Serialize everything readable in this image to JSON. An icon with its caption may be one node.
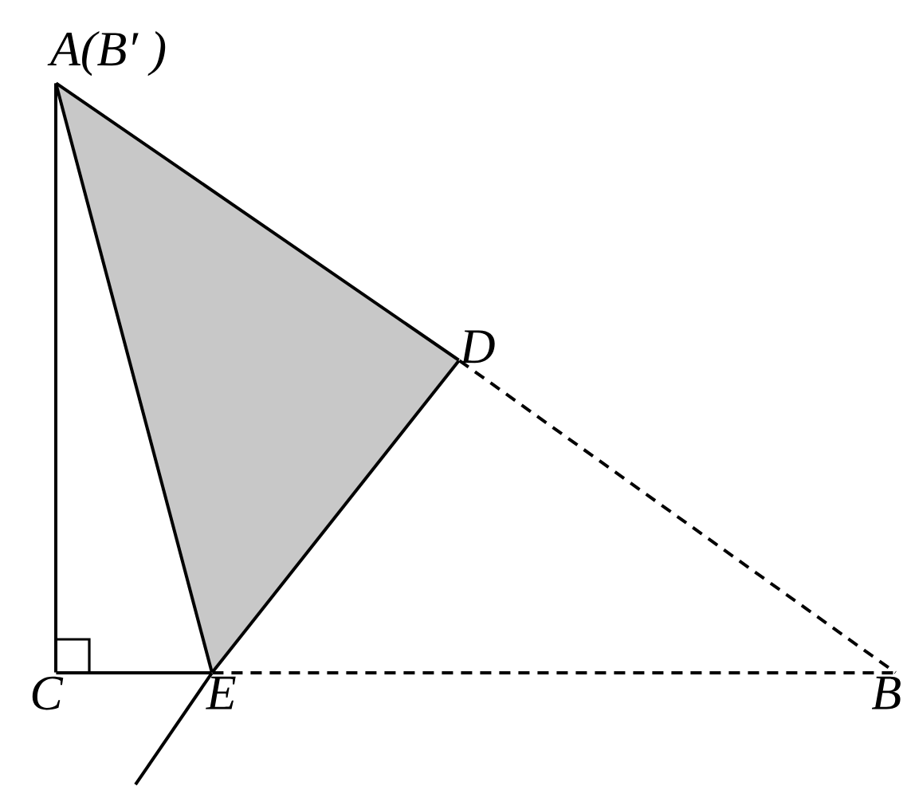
{
  "diagram": {
    "nodes": [
      {
        "text": [
          "A(B′ )"
        ]
      },
      {
        "text": [
          "D"
        ]
      },
      {
        "text": [
          "C"
        ]
      },
      {
        "text": [
          "E"
        ]
      },
      {
        "text": [
          "B"
        ]
      }
    ],
    "edges": [
      {
        "from": 0,
        "to": 2,
        "arrow": "none"
      },
      {
        "from": 2,
        "to": 3,
        "arrow": "none"
      },
      {
        "from": 0,
        "to": 3,
        "arrow": "none"
      },
      {
        "from": 0,
        "to": 1,
        "arrow": "none"
      },
      {
        "from": 1,
        "to": 3,
        "arrow": "none"
      },
      {
        "from": 3,
        "to": null,
        "arrow": "none"
      },
      {
        "from": 1,
        "to": 4,
        "arrow": "none",
        "style": "dashed"
      },
      {
        "from": 3,
        "to": 4,
        "arrow": "none",
        "style": "dashed"
      }
    ]
  }
}
